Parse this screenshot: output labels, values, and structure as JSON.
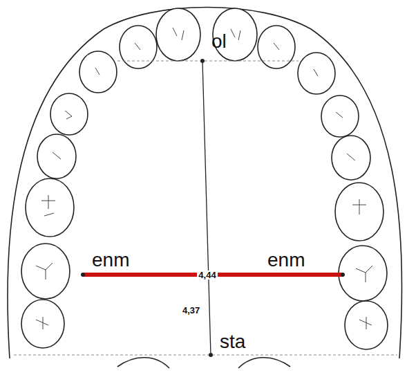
{
  "diagram": {
    "labels": [
      "ol",
      "enm",
      "enm",
      "4,44",
      "4,37",
      "sta"
    ]
  }
}
